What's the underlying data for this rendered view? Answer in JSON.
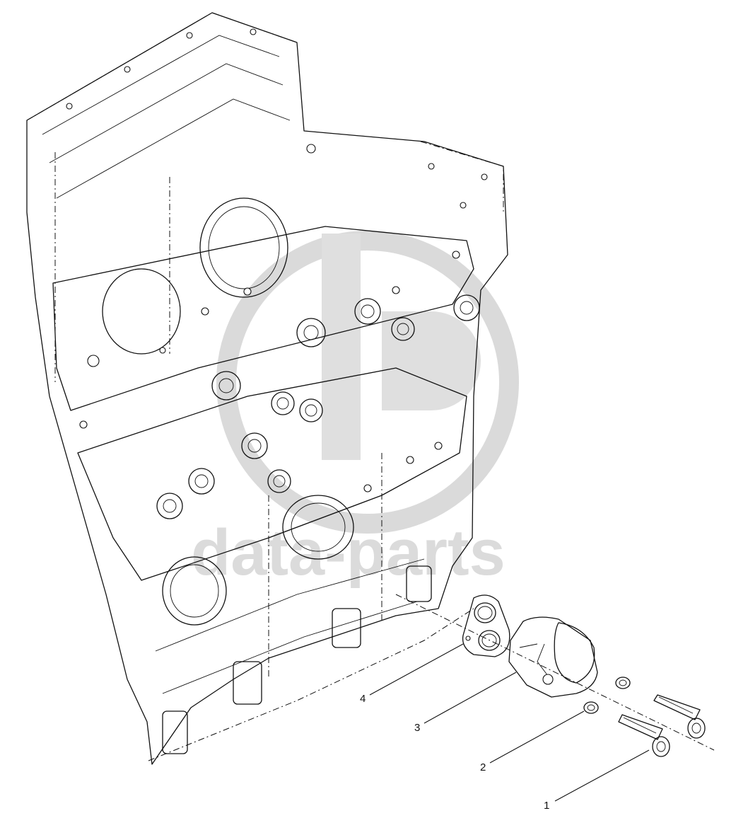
{
  "diagram": {
    "callouts": [
      {
        "id": 1,
        "label": "1"
      },
      {
        "id": 2,
        "label": "2"
      },
      {
        "id": 3,
        "label": "3"
      },
      {
        "id": 4,
        "label": "4"
      }
    ],
    "watermark": {
      "text": "data-parts",
      "color": "#d6d6d6"
    },
    "line_color": "#111111",
    "background": "#ffffff"
  }
}
